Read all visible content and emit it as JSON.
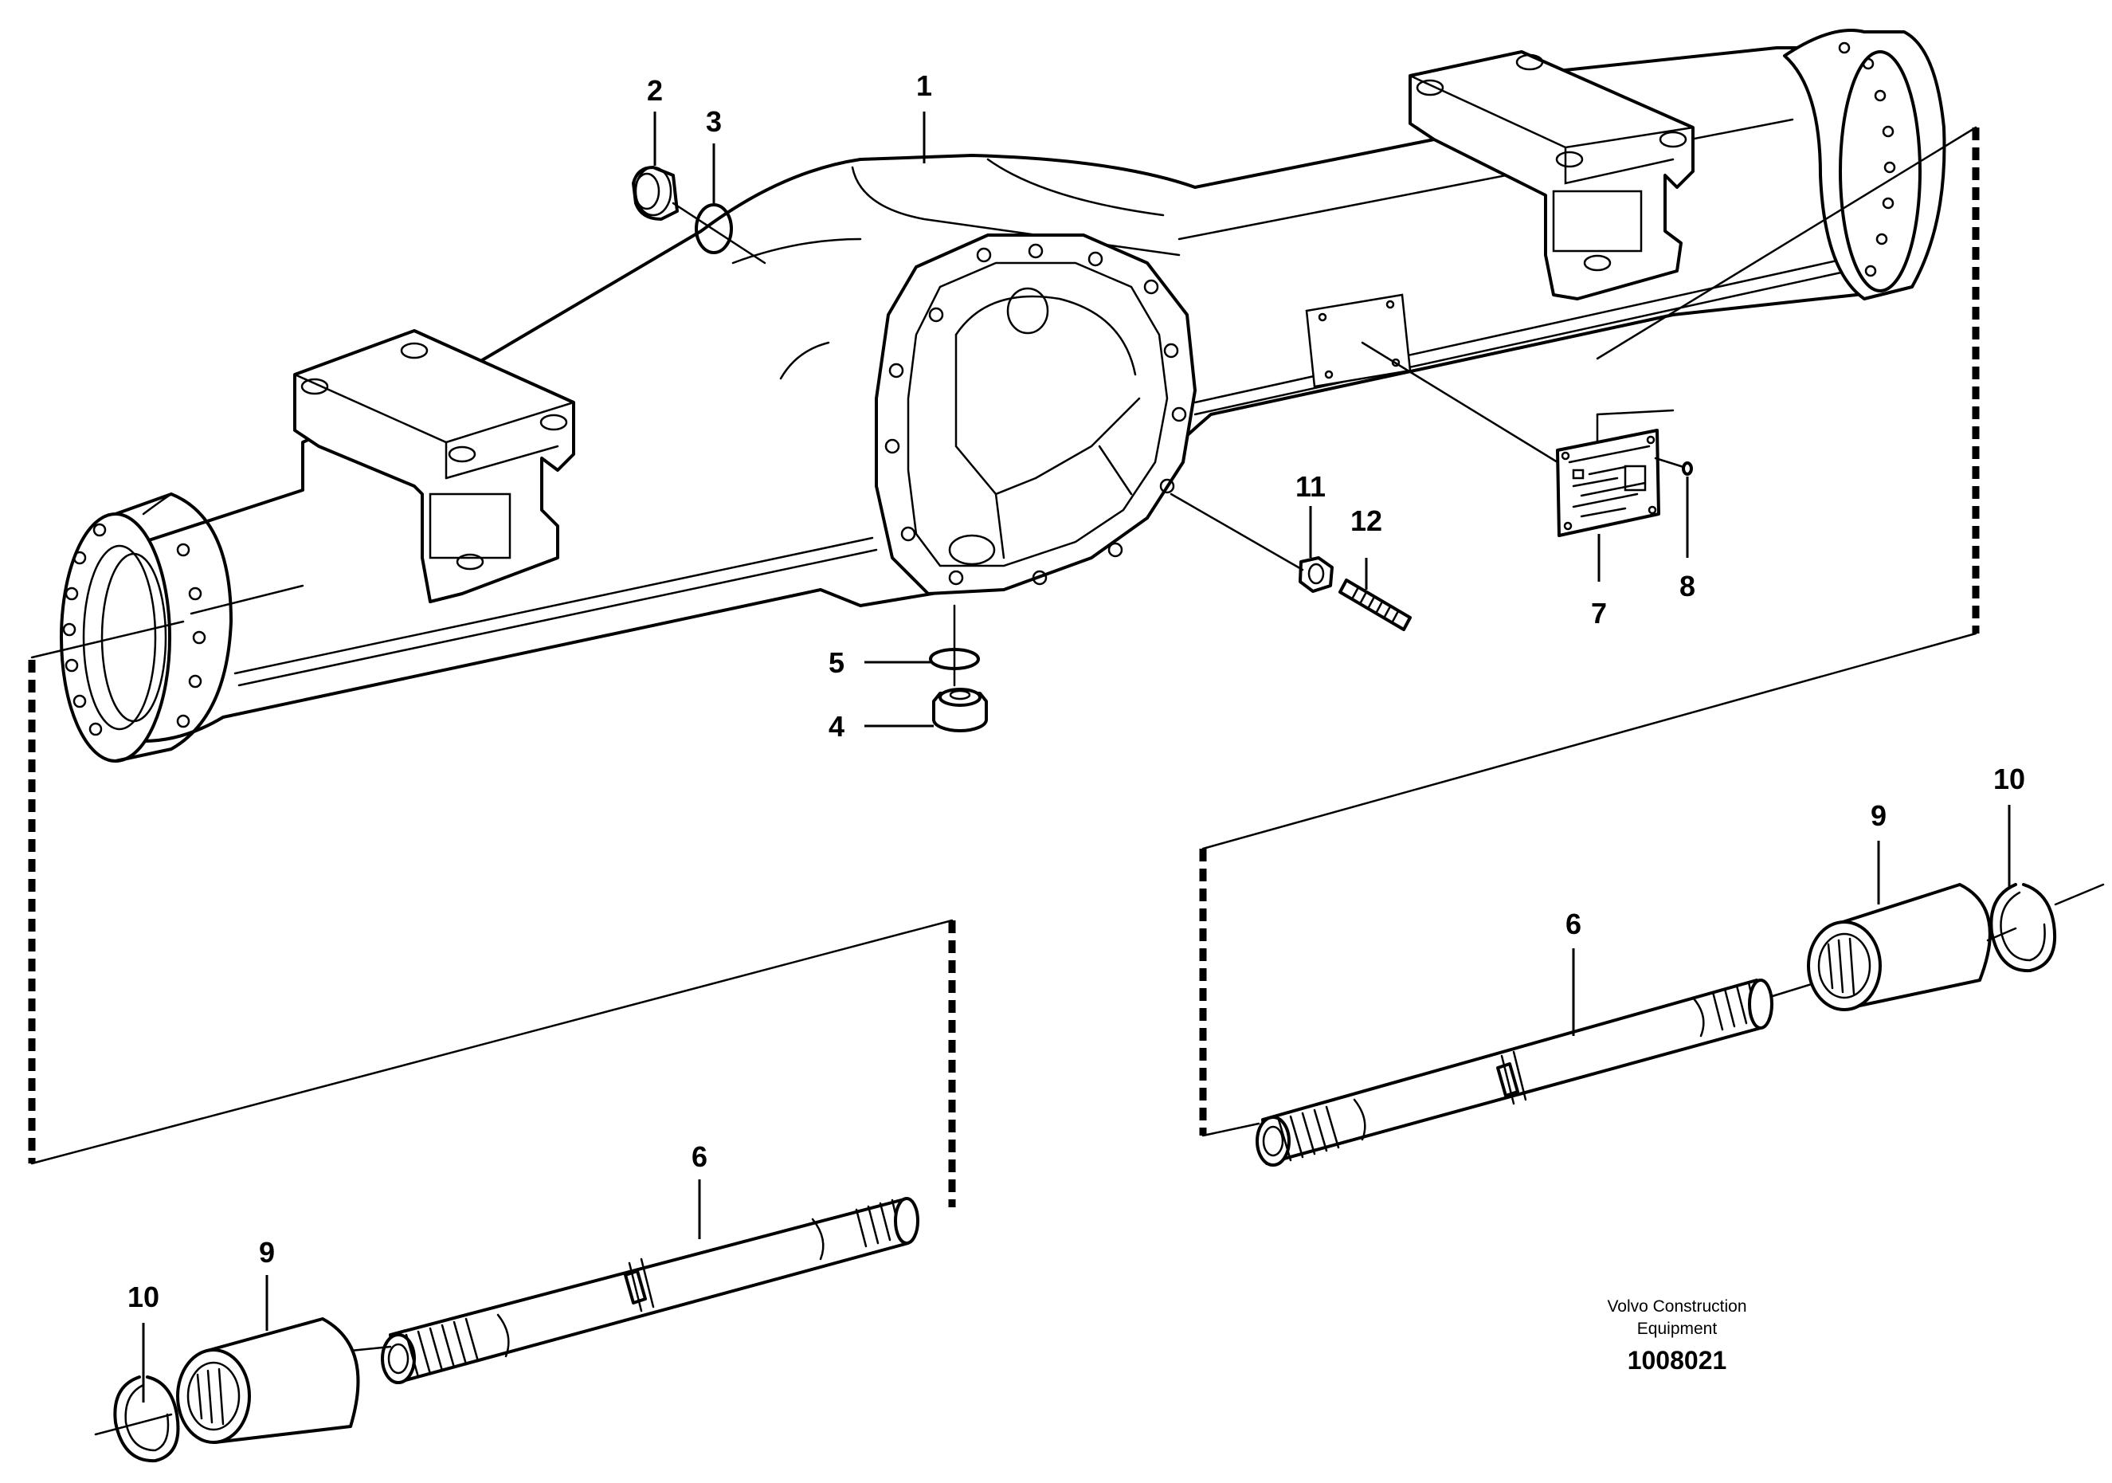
{
  "callouts": {
    "c1": "1",
    "c2": "2",
    "c3": "3",
    "c4": "4",
    "c5": "5",
    "c6a": "6",
    "c6b": "6",
    "c7": "7",
    "c8": "8",
    "c9a": "9",
    "c9b": "9",
    "c10a": "10",
    "c10b": "10",
    "c11": "11",
    "c12": "12"
  },
  "footer": {
    "brand_line1": "Volvo Construction",
    "brand_line2": "Equipment",
    "drawing_number": "1008021"
  }
}
